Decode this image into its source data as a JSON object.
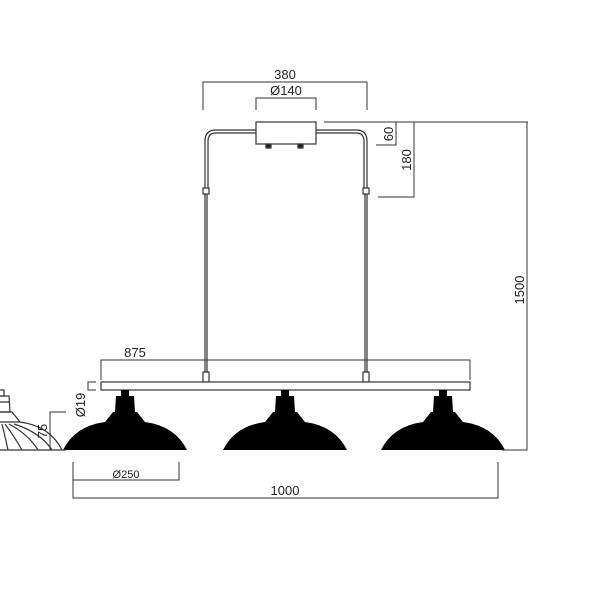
{
  "drawing": {
    "subject": "3-light linear pendant with ribbed dome shades",
    "stroke_color": "#333333",
    "background": "#ffffff",
    "dimensions": {
      "canopy_width": "380",
      "canopy_diameter": "Ø140",
      "canopy_height": "60",
      "canopy_arm_drop": "180",
      "total_height": "1500",
      "bar_length": "875",
      "socket_diameter": "Ø19",
      "shade_height": "75",
      "shade_diameter": "Ø250",
      "total_width": "1000"
    }
  }
}
